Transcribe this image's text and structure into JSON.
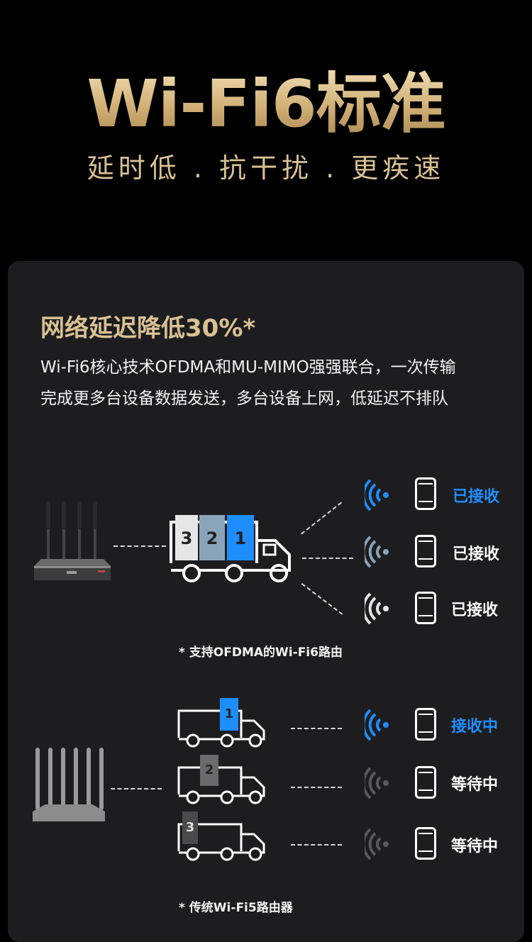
{
  "hero": {
    "title": "Wi-Fi6标准",
    "subtitle": "延时低 . 抗干扰 . 更疾速"
  },
  "section": {
    "heading": "网络延迟降低30%*",
    "description_line1": "Wi-Fi6核心技术OFDMA和MU-MIMO强强联合，一次传输",
    "description_line2": "完成更多台设备数据发送，多台设备上网，低延迟不排队"
  },
  "wifi6_diagram": {
    "packets": [
      "3",
      "2",
      "1"
    ],
    "statuses": [
      "已接收",
      "已接收",
      "已接收"
    ],
    "caption": "* 支持OFDMA的Wi-Fi6路由"
  },
  "wifi5_diagram": {
    "packets": [
      "1",
      "2",
      "3"
    ],
    "statuses": [
      "接收中",
      "等待中",
      "等待中"
    ],
    "caption": "* 传统Wi-Fi5路由器"
  },
  "colors": {
    "gold": "#d9c193",
    "blue": "#1e8eff",
    "panel": "#1d1d1f"
  }
}
